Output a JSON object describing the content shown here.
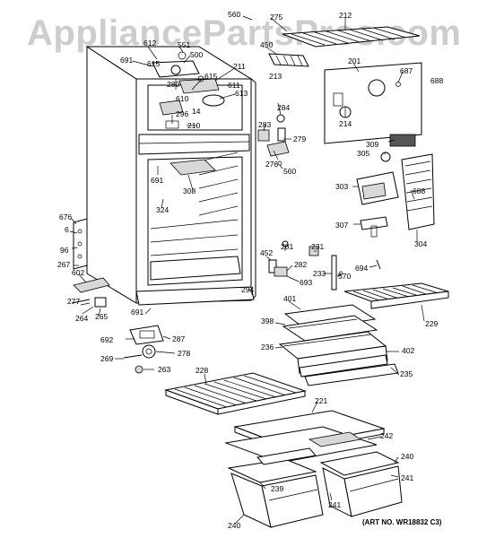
{
  "watermark": "AppliancePartsPros.com",
  "art_number": "(ART NO. WR18832 C3)",
  "part_labels": [
    {
      "id": "lbl-560a",
      "text": "560"
    },
    {
      "id": "lbl-275",
      "text": "275"
    },
    {
      "id": "lbl-212",
      "text": "212"
    },
    {
      "id": "lbl-612",
      "text": "612"
    },
    {
      "id": "lbl-551",
      "text": "551"
    },
    {
      "id": "lbl-450",
      "text": "450"
    },
    {
      "id": "lbl-691a",
      "text": "691"
    },
    {
      "id": "lbl-615a",
      "text": "615"
    },
    {
      "id": "lbl-500",
      "text": "500"
    },
    {
      "id": "lbl-201",
      "text": "201"
    },
    {
      "id": "lbl-687",
      "text": "687"
    },
    {
      "id": "lbl-211",
      "text": "211"
    },
    {
      "id": "lbl-213",
      "text": "213"
    },
    {
      "id": "lbl-688a",
      "text": "688"
    },
    {
      "id": "lbl-280",
      "text": "280"
    },
    {
      "id": "lbl-615b",
      "text": "615"
    },
    {
      "id": "lbl-611",
      "text": "611"
    },
    {
      "id": "lbl-610",
      "text": "610"
    },
    {
      "id": "lbl-613",
      "text": "613"
    },
    {
      "id": "lbl-14",
      "text": "14"
    },
    {
      "id": "lbl-296",
      "text": "296"
    },
    {
      "id": "lbl-284",
      "text": "284"
    },
    {
      "id": "lbl-214",
      "text": "214"
    },
    {
      "id": "lbl-210",
      "text": "210"
    },
    {
      "id": "lbl-283",
      "text": "283"
    },
    {
      "id": "lbl-279",
      "text": "279"
    },
    {
      "id": "lbl-309",
      "text": "309"
    },
    {
      "id": "lbl-305",
      "text": "305"
    },
    {
      "id": "lbl-276",
      "text": "276"
    },
    {
      "id": "lbl-560b",
      "text": "560"
    },
    {
      "id": "lbl-691b",
      "text": "691"
    },
    {
      "id": "lbl-308",
      "text": "308"
    },
    {
      "id": "lbl-303",
      "text": "303"
    },
    {
      "id": "lbl-688b",
      "text": "688"
    },
    {
      "id": "lbl-324",
      "text": "324"
    },
    {
      "id": "lbl-676",
      "text": "676"
    },
    {
      "id": "lbl-6",
      "text": "6"
    },
    {
      "id": "lbl-96",
      "text": "96"
    },
    {
      "id": "lbl-307",
      "text": "307"
    },
    {
      "id": "lbl-304",
      "text": "304"
    },
    {
      "id": "lbl-452",
      "text": "452"
    },
    {
      "id": "lbl-281",
      "text": "281"
    },
    {
      "id": "lbl-231",
      "text": "231"
    },
    {
      "id": "lbl-267",
      "text": "267"
    },
    {
      "id": "lbl-602",
      "text": "602"
    },
    {
      "id": "lbl-282",
      "text": "282"
    },
    {
      "id": "lbl-694",
      "text": "694"
    },
    {
      "id": "lbl-294",
      "text": "294"
    },
    {
      "id": "lbl-693",
      "text": "693"
    },
    {
      "id": "lbl-233",
      "text": "233"
    },
    {
      "id": "lbl-570",
      "text": "570"
    },
    {
      "id": "lbl-277",
      "text": "277"
    },
    {
      "id": "lbl-264",
      "text": "264"
    },
    {
      "id": "lbl-265",
      "text": "265"
    },
    {
      "id": "lbl-691c",
      "text": "691"
    },
    {
      "id": "lbl-401",
      "text": "401"
    },
    {
      "id": "lbl-229",
      "text": "229"
    },
    {
      "id": "lbl-398",
      "text": "398"
    },
    {
      "id": "lbl-692",
      "text": "692"
    },
    {
      "id": "lbl-287",
      "text": "287"
    },
    {
      "id": "lbl-236",
      "text": "236"
    },
    {
      "id": "lbl-402",
      "text": "402"
    },
    {
      "id": "lbl-278",
      "text": "278"
    },
    {
      "id": "lbl-269",
      "text": "269"
    },
    {
      "id": "lbl-263",
      "text": "263"
    },
    {
      "id": "lbl-228",
      "text": "228"
    },
    {
      "id": "lbl-235",
      "text": "235"
    },
    {
      "id": "lbl-221",
      "text": "221"
    },
    {
      "id": "lbl-242",
      "text": "242"
    },
    {
      "id": "lbl-240a",
      "text": "240"
    },
    {
      "id": "lbl-241a",
      "text": "241"
    },
    {
      "id": "lbl-239",
      "text": "239"
    },
    {
      "id": "lbl-241b",
      "text": "241"
    },
    {
      "id": "lbl-240b",
      "text": "240"
    }
  ]
}
